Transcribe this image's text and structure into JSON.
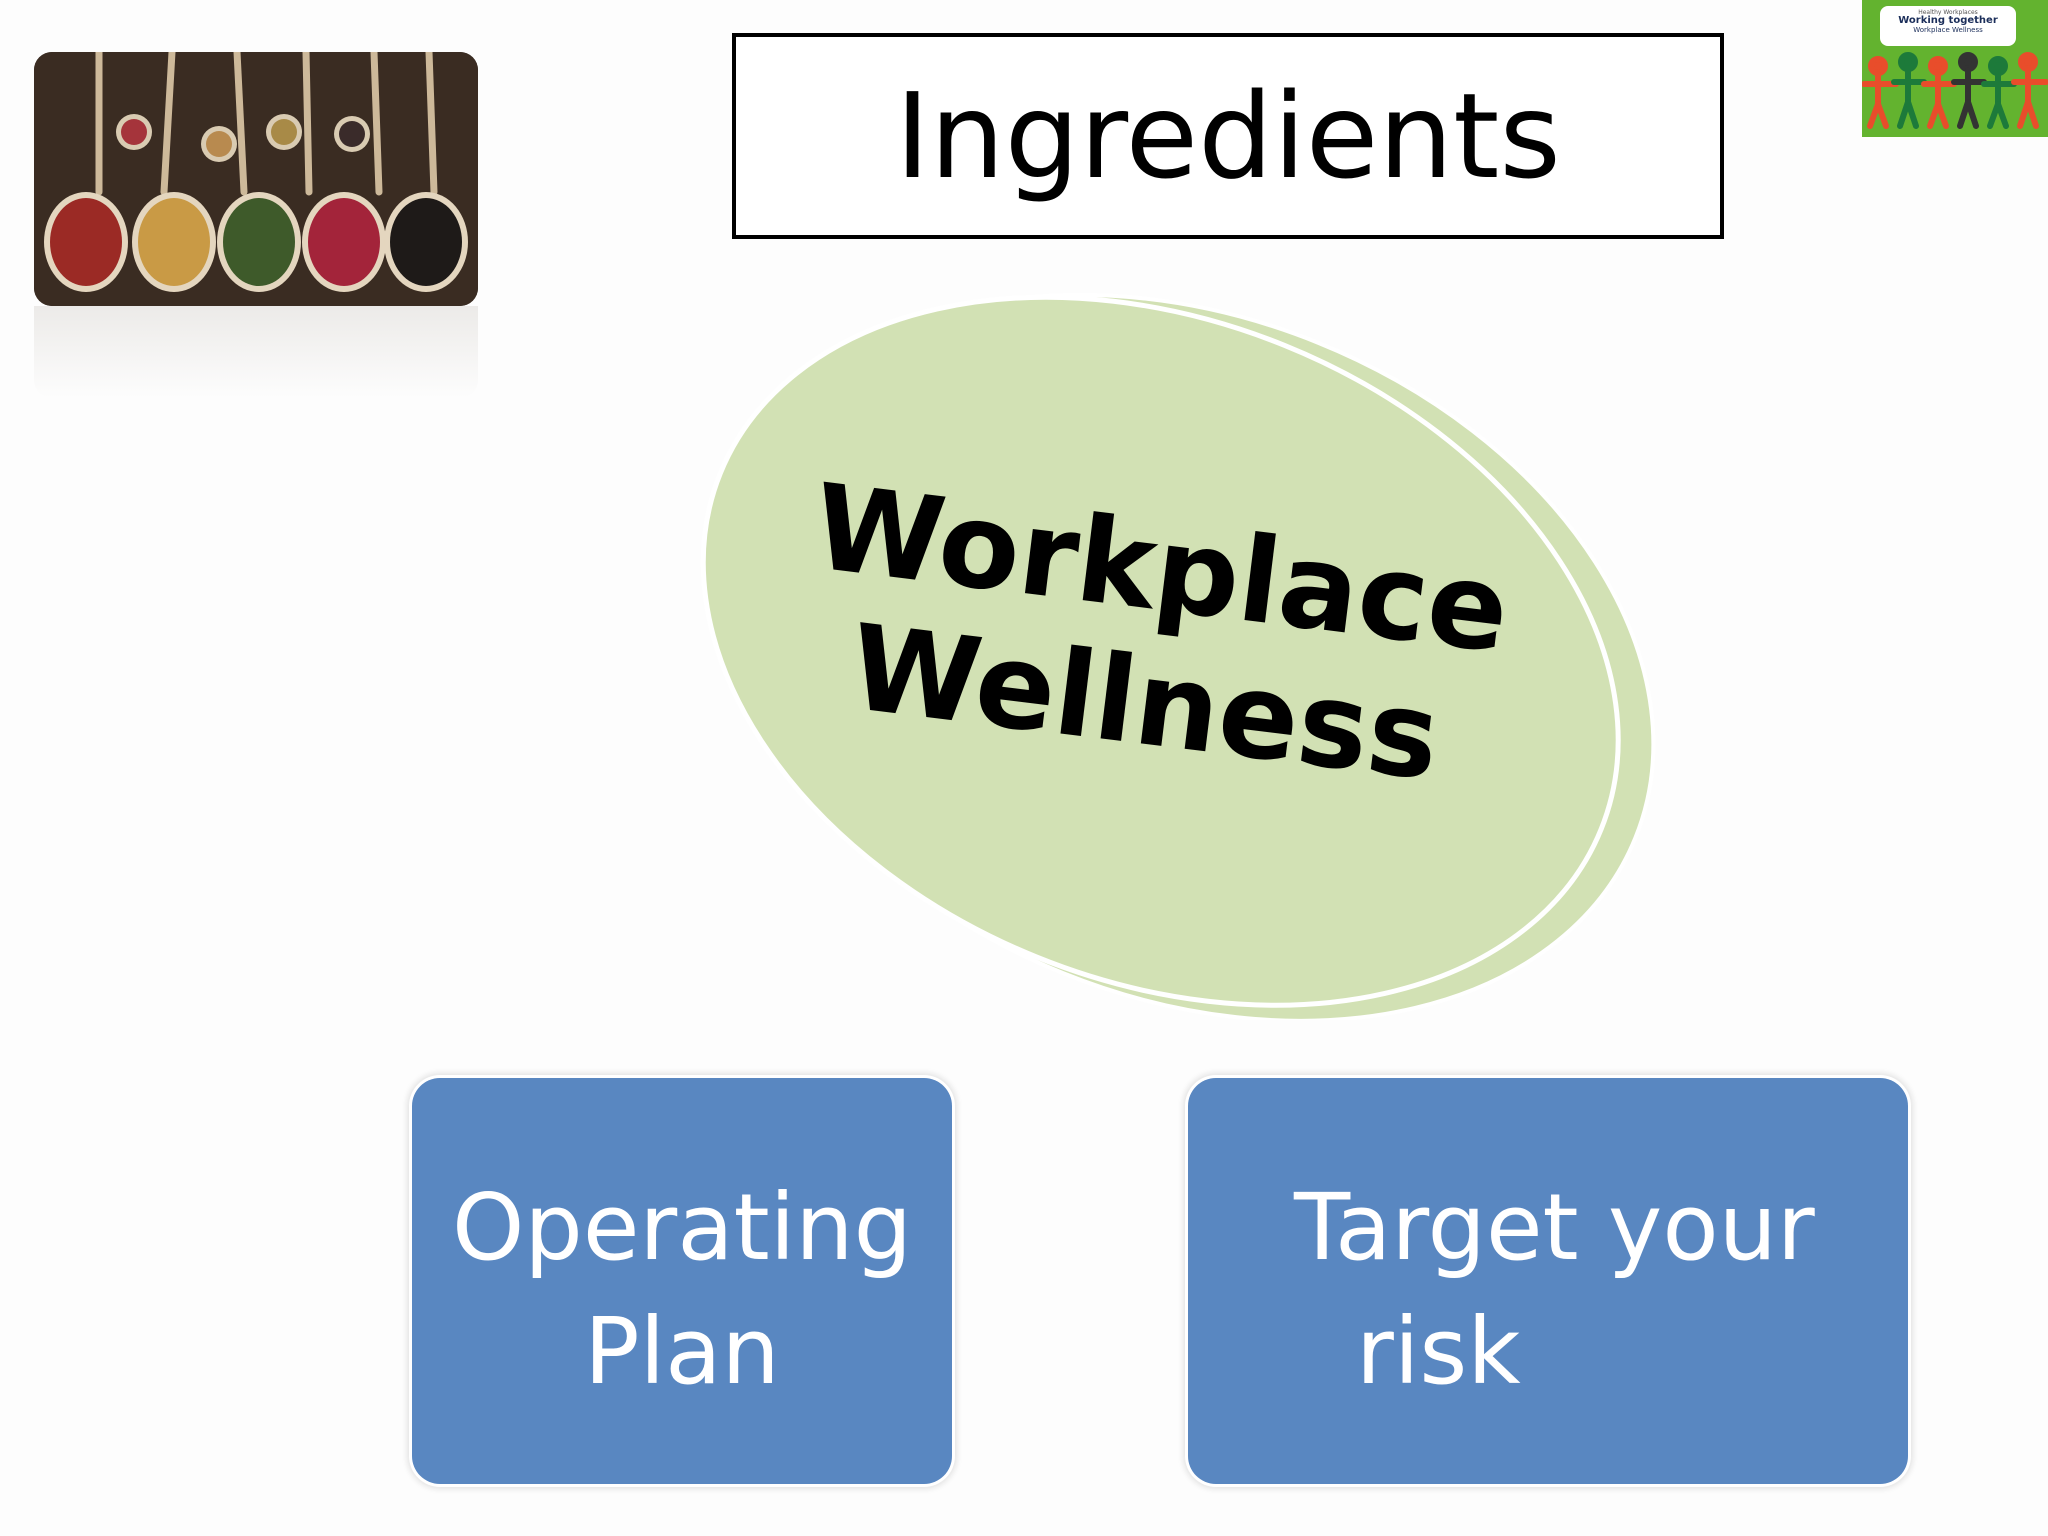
{
  "slide": {
    "title": "Ingredients",
    "center_shape": {
      "line1": "Workplace",
      "line2": "Wellness",
      "fill_color": "#d2e1b4"
    },
    "boxes": [
      {
        "line1": "Operating",
        "line2": "Plan"
      },
      {
        "line1": "Target your",
        "line2": "risk"
      }
    ],
    "box_color": "#5987c1"
  },
  "logo": {
    "small_text": "Healthy Workplaces",
    "title": "Working together",
    "subtitle": "Workplace Wellness"
  },
  "images": {
    "spices": "spices-spoons-photo"
  }
}
